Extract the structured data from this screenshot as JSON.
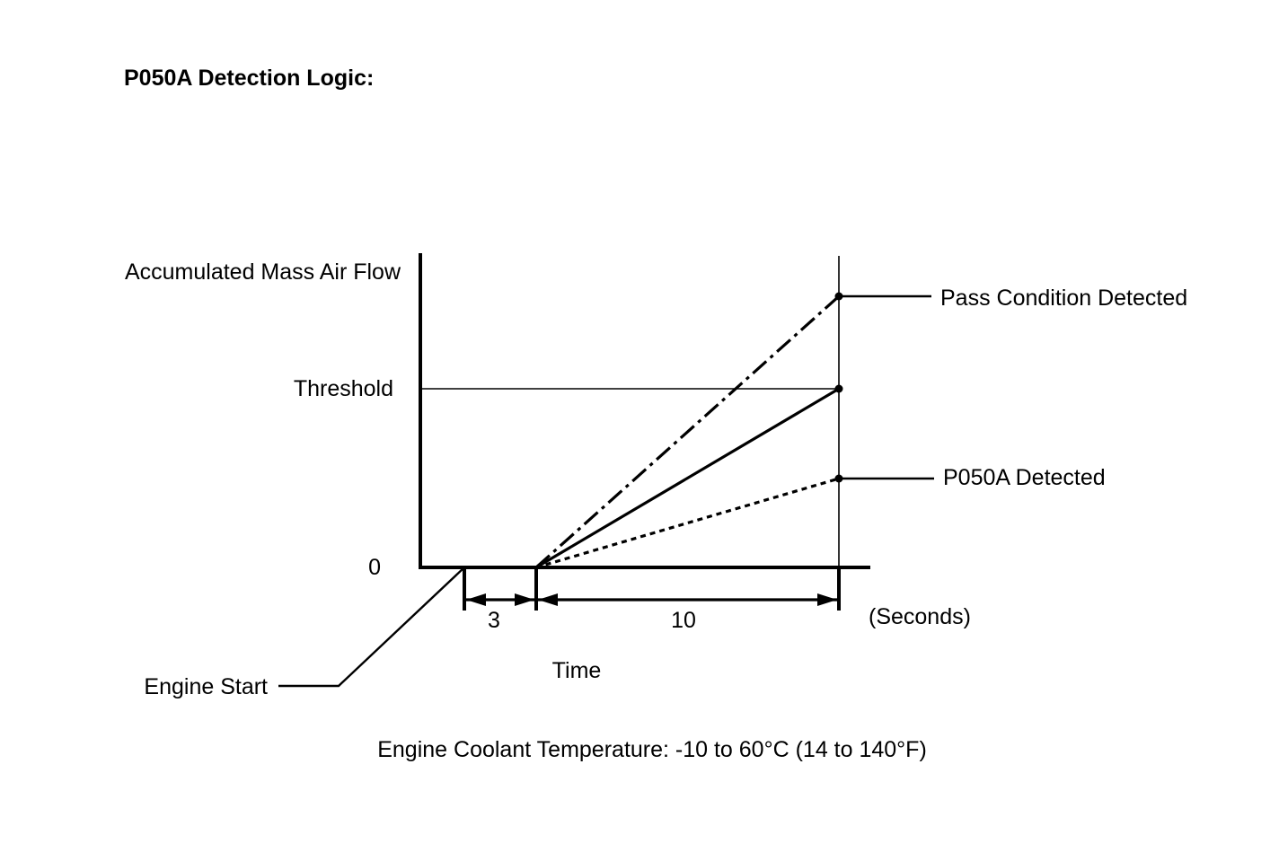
{
  "title": "P050A Detection Logic:",
  "y_axis": {
    "label": "Accumulated Mass Air Flow",
    "threshold_label": "Threshold",
    "zero_label": "0"
  },
  "x_axis": {
    "label": "Time",
    "unit_label": "(Seconds)",
    "interval_1": "3",
    "interval_2": "10"
  },
  "annotations": {
    "engine_start": "Engine Start",
    "pass": "Pass Condition Detected",
    "fail": "P050A Detected"
  },
  "condition": "Engine Coolant Temperature: -10 to 60°C (14 to 140°F)",
  "colors": {
    "line": "#000000",
    "background": "#ffffff"
  }
}
